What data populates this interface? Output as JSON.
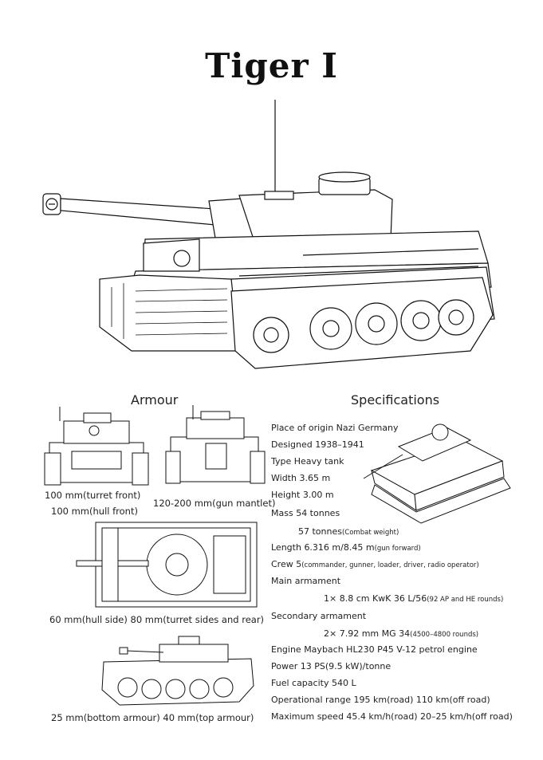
{
  "title": "Tiger I",
  "armour": {
    "heading": "Armour",
    "notes": {
      "turret_front": "100 mm(turret front)",
      "hull_front": "100 mm(hull front)",
      "gun_mantlet": "120-200 mm(gun mantlet)",
      "sides": "60 mm(hull side) 80 mm(turret sides and rear)",
      "bottom_top": "25 mm(bottom armour) 40 mm(top armour)"
    }
  },
  "specifications": {
    "heading": "Specifications",
    "lines": [
      {
        "main": "Place of origin Nazi Germany",
        "small": ""
      },
      {
        "main": "Designed 1938–1941",
        "small": ""
      },
      {
        "main": "Type Heavy tank",
        "small": ""
      },
      {
        "main": "Width 3.65 m",
        "small": ""
      },
      {
        "main": "Height 3.00 m",
        "small": ""
      },
      {
        "main": "Mass 54 tonnes",
        "small": ""
      },
      {
        "main": "57 tonnes",
        "small": "(Combat weight)"
      },
      {
        "main": "Length 6.316 m/8.45 m",
        "small": "(gun forward)"
      },
      {
        "main": "Crew 5",
        "small": "(commander, gunner, loader, driver, radio operator)"
      },
      {
        "main": "Main armament",
        "small": ""
      },
      {
        "main": "1× 8.8 cm KwK 36 L/56",
        "small": "(92 AP and HE rounds)"
      },
      {
        "main": "Secondary armament",
        "small": ""
      },
      {
        "main": "2× 7.92 mm MG 34",
        "small": "(4500–4800 rounds)"
      },
      {
        "main": "Engine Maybach HL230 P45 V-12 petrol engine",
        "small": ""
      },
      {
        "main": "Power 13 PS(9.5 kW)/tonne",
        "small": ""
      },
      {
        "main": "Fuel capacity 540 L",
        "small": ""
      },
      {
        "main": "Operational range 195 km(road) 110 km(off road)",
        "small": ""
      },
      {
        "main": "Maximum speed 45.4 km/h(road) 20–25 km/h(off road)",
        "small": ""
      }
    ]
  }
}
